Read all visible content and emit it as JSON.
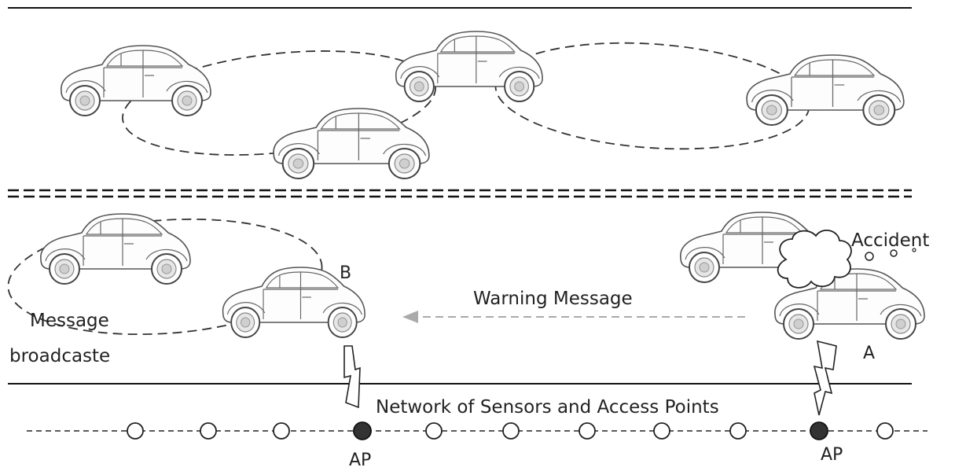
{
  "labels": {
    "accident": "Accident",
    "b": "B",
    "a": "A",
    "warning": "Warning Message",
    "message_line1": "Message",
    "message_line2": "broadcaste",
    "network": "Network of Sensors and Access Points",
    "ap_left": "AP",
    "ap_right": "AP"
  },
  "colors": {
    "ink": "#222222",
    "warning_arrow": "#aaaaaa",
    "access_point": "#333333"
  }
}
